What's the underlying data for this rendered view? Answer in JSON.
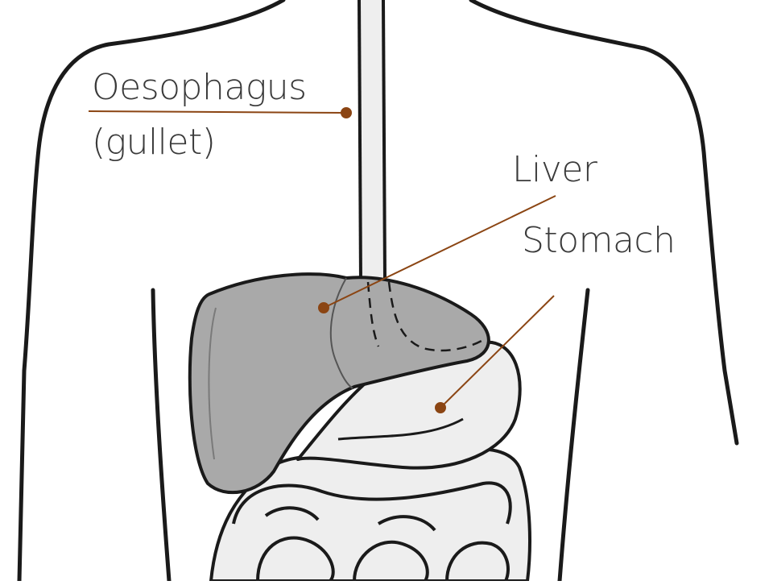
{
  "labels": {
    "oesophagus": "Oesophagus",
    "gullet": "(gullet)",
    "liver": "Liver",
    "stomach": "Stomach"
  },
  "colors": {
    "outline": "#1a1a1a",
    "liver_fill": "#a9a9a9",
    "organ_fill": "#eeeeee",
    "leader_line": "#8b4513",
    "text": "#3a3a3a"
  }
}
